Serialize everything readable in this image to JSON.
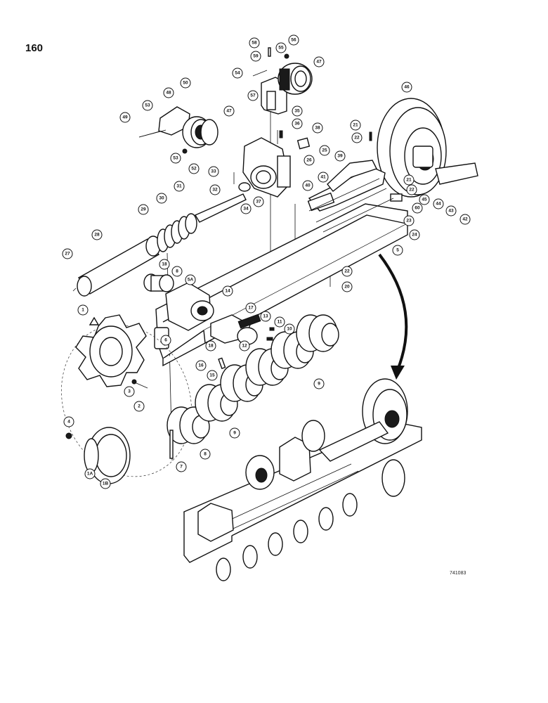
{
  "page": {
    "number": "160",
    "drawing_code": "741083"
  },
  "callouts": [
    {
      "id": "58"
    },
    {
      "id": "59"
    },
    {
      "id": "55"
    },
    {
      "id": "56"
    },
    {
      "id": "54"
    },
    {
      "id": "47"
    },
    {
      "id": "57"
    },
    {
      "id": "50"
    },
    {
      "id": "48"
    },
    {
      "id": "53"
    },
    {
      "id": "49"
    },
    {
      "id": "47b",
      "label": "47"
    },
    {
      "id": "53b",
      "label": "53"
    },
    {
      "id": "52"
    },
    {
      "id": "35"
    },
    {
      "id": "36"
    },
    {
      "id": "38"
    },
    {
      "id": "25"
    },
    {
      "id": "26"
    },
    {
      "id": "33"
    },
    {
      "id": "32"
    },
    {
      "id": "34"
    },
    {
      "id": "37"
    },
    {
      "id": "46"
    },
    {
      "id": "21"
    },
    {
      "id": "22"
    },
    {
      "id": "39"
    },
    {
      "id": "41"
    },
    {
      "id": "40"
    },
    {
      "id": "21b",
      "label": "21"
    },
    {
      "id": "22b",
      "label": "22"
    },
    {
      "id": "45"
    },
    {
      "id": "44"
    },
    {
      "id": "43"
    },
    {
      "id": "42"
    },
    {
      "id": "60"
    },
    {
      "id": "23"
    },
    {
      "id": "24"
    },
    {
      "id": "5"
    },
    {
      "id": "31"
    },
    {
      "id": "30"
    },
    {
      "id": "29"
    },
    {
      "id": "28"
    },
    {
      "id": "27"
    },
    {
      "id": "18"
    },
    {
      "id": "8"
    },
    {
      "id": "5A"
    },
    {
      "id": "22c",
      "label": "22"
    },
    {
      "id": "20"
    },
    {
      "id": "14"
    },
    {
      "id": "17"
    },
    {
      "id": "13"
    },
    {
      "id": "11"
    },
    {
      "id": "10"
    },
    {
      "id": "6"
    },
    {
      "id": "18b",
      "label": "18"
    },
    {
      "id": "12"
    },
    {
      "id": "16"
    },
    {
      "id": "15"
    },
    {
      "id": "1"
    },
    {
      "id": "3"
    },
    {
      "id": "2"
    },
    {
      "id": "9"
    },
    {
      "id": "9b",
      "label": "9"
    },
    {
      "id": "8b",
      "label": "8"
    },
    {
      "id": "7"
    },
    {
      "id": "4"
    },
    {
      "id": "1A"
    },
    {
      "id": "1B"
    }
  ]
}
